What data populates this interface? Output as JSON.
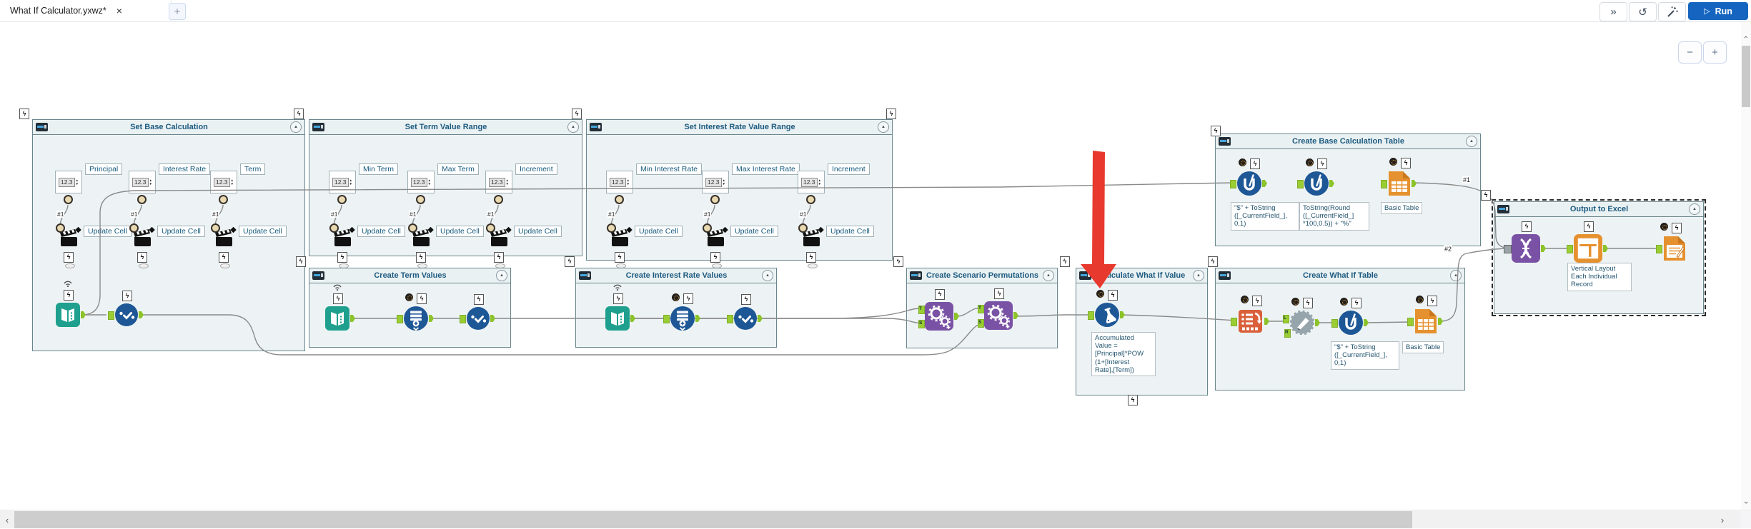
{
  "tab_bar": {
    "title": "What If Calculator.yxwz*",
    "close": "×",
    "new_tab": "+"
  },
  "toolbar": {
    "more_label": "»",
    "history_icon": "↺",
    "run_label": "Run",
    "play": "▷"
  },
  "zoom_controls": {
    "minus": "−",
    "plus": "+"
  },
  "scroll": {
    "left": "‹",
    "right": "›",
    "up": "›",
    "down": "›"
  },
  "glyphs": {
    "lightning": "ϟ",
    "up": "▲",
    "down": "▼",
    "collapse": "▲"
  },
  "shared": {
    "numeric_value": "12.3"
  },
  "conn": {
    "one": "#1",
    "two": "#2"
  },
  "anchor_letters": {
    "t": "T",
    "s": "S",
    "l": "L",
    "r": "R"
  },
  "containers": {
    "set_base_calculation": {
      "title": "Set Base Calculation",
      "params": [
        {
          "label": "Principal",
          "action_label": "Update Cell"
        },
        {
          "label": "Interest Rate",
          "action_label": "Update Cell"
        },
        {
          "label": "Term",
          "action_label": "Update Cell"
        }
      ]
    },
    "set_term_value_range": {
      "title": "Set Term Value Range",
      "params": [
        {
          "label": "Min Term",
          "action_label": "Update Cell"
        },
        {
          "label": "Max Term",
          "action_label": "Update Cell"
        },
        {
          "label": "Increment",
          "action_label": "Update Cell"
        }
      ]
    },
    "set_interest_rate_value_range": {
      "title": "Set Interest Rate Value Range",
      "params": [
        {
          "label": "Min Interest Rate",
          "action_label": "Update Cell"
        },
        {
          "label": "Max Interest Rate",
          "action_label": "Update Cell"
        },
        {
          "label": "Increment",
          "action_label": "Update Cell"
        }
      ]
    },
    "create_base_calculation_table": {
      "title": "Create Base Calculation Table",
      "annotation_formula_dollar": "\"$\" + ToString\n([_CurrentField_],\n0,1)",
      "annotation_formula_percent": "ToString(Round\n([_CurrentField_]\n*100,0.5)) + \"%\"",
      "annotation_table": "Basic Table"
    },
    "create_term_values": {
      "title": "Create Term Values"
    },
    "create_interest_rate_values": {
      "title": "Create Interest Rate Values"
    },
    "create_scenario_permutations": {
      "title": "Create Scenario Permutations"
    },
    "calculate_what_if_value": {
      "title": "Calculate What If Value",
      "annotation_formula": "Accumulated\nValue =\n[Principal]*POW\n(1+[Interest\nRate],[Term])"
    },
    "create_what_if_table": {
      "title": "Create What If Table",
      "annotation_formula_dollar": "\"$\" + ToString\n([_CurrentField_],\n0,1)",
      "annotation_table": "Basic Table"
    },
    "output_to_excel": {
      "title": "Output to Excel",
      "annotation_layout": "Vertical Layout\nEach Individual\nRecord"
    }
  },
  "colors": {
    "run_button": "#1565c0",
    "container_fill": "#edf3f4",
    "container_border": "#69858c",
    "title_text": "#1c5a80",
    "wire": "#8a8a8a",
    "annotation_arrow_red": "#e8392e",
    "tool_teal": "#1fa08e",
    "tool_navy": "#1d5796",
    "tool_purple": "#7a52a5",
    "tool_orange": "#e6912f",
    "tool_crosstab": "#d9603b",
    "tool_gray": "#96a5ac",
    "anchor_green": "#9acd32"
  }
}
